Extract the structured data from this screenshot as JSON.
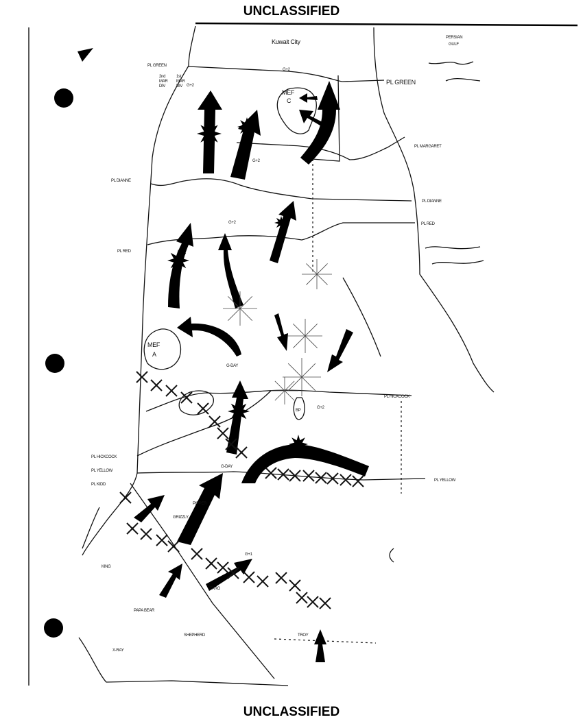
{
  "classification": {
    "top": "UNCLASSIFIED",
    "bottom": "UNCLASSIFIED"
  },
  "map": {
    "places": {
      "kuwait_city": "Kuwait City",
      "persian_gulf_1": "PERSIAN",
      "persian_gulf_2": "GULF"
    },
    "phase_lines": {
      "green_left": "PL GREEN",
      "green_right": "PL GREEN",
      "margaret": "PL MARGARET",
      "dianne_left": "PL DIANNE",
      "dianne_right": "PL DIANNE",
      "red_left": "PL RED",
      "red_right": "PL RED",
      "hickcock_left": "PL HICKCOCK",
      "hickcock_right": "PL HICKCOCK",
      "yellow_left": "PL YELLOW",
      "yellow_right": "PL YELLOW",
      "kidd": "PL KIDD"
    },
    "timing": {
      "g2_top": "G+2",
      "g2_left": "G+2",
      "g2_mid": "G+2",
      "g2_obj": "G+2",
      "g2_center": "G+2",
      "gday_mid": "G-DAY",
      "gday_yellow": "G-DAY",
      "g1": "G+1"
    },
    "units": {
      "mef_c_1": "MEF",
      "mef_c_2": "C",
      "mef_a_1": "MEF",
      "mef_a_2": "A",
      "bp": "BP",
      "mar_div_2nd": [
        "2nd",
        "MAR",
        "DIV"
      ],
      "mar_div_1st": [
        "1st",
        "MAR",
        "DIV"
      ]
    },
    "areas": {
      "grizzly": "GRIZZLY",
      "pipper": "PIPPER",
      "king": "KING",
      "taro": "TARO",
      "papa_bear": "PAPA BEAR",
      "shepherd": "SHEPHERD",
      "x_ray": "X-RAY",
      "troy": "TROY"
    }
  }
}
